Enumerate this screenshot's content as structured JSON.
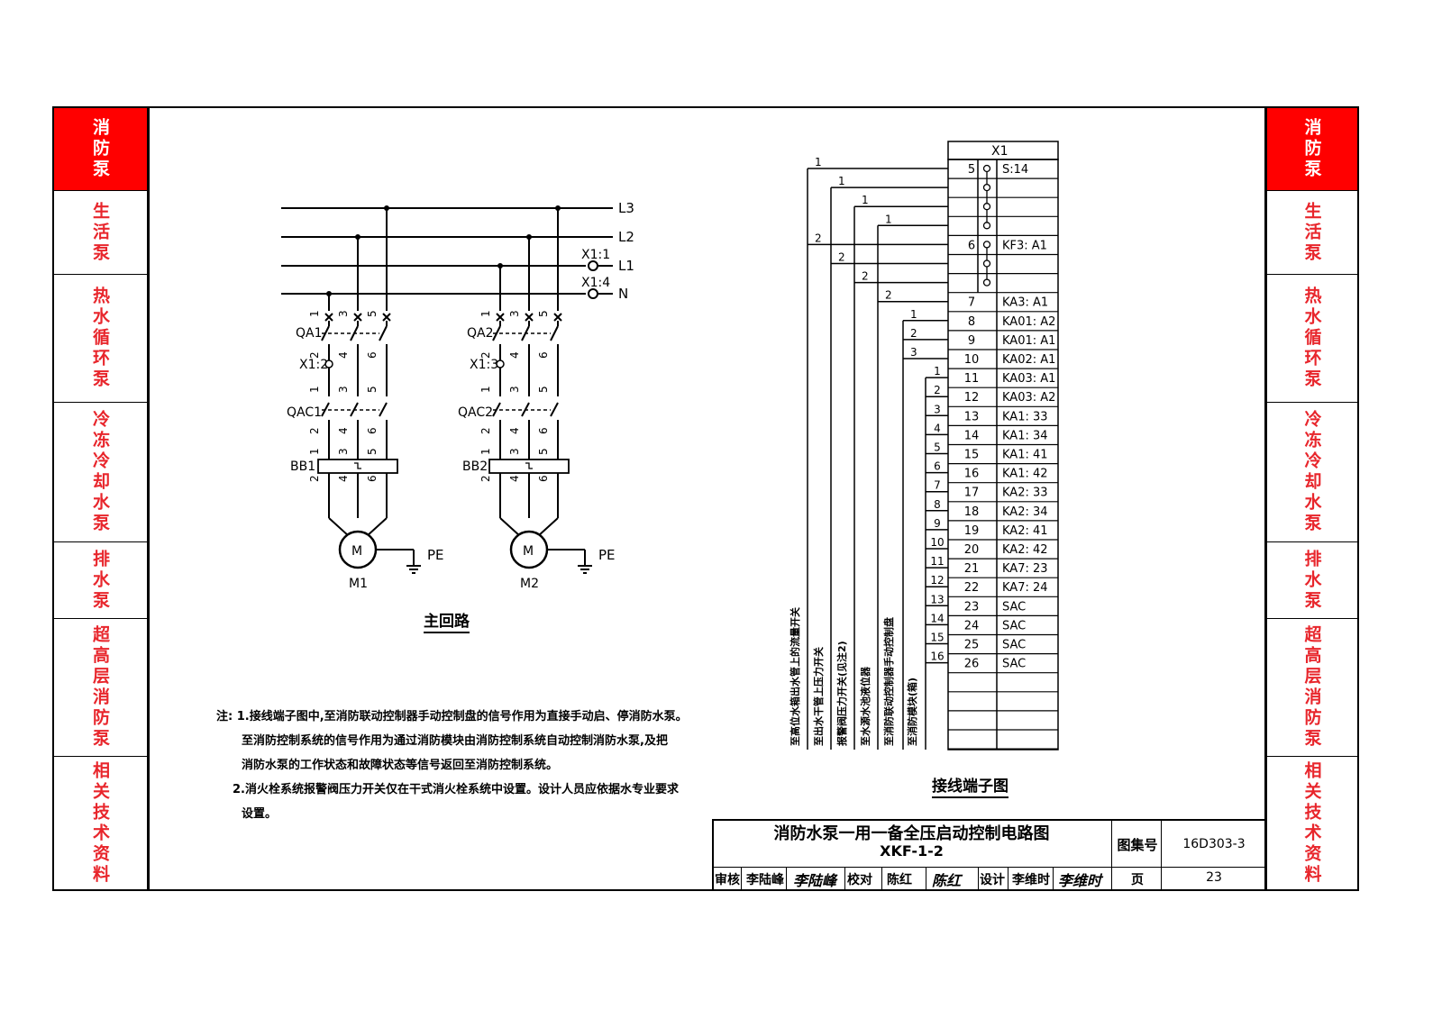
{
  "side_tabs": [
    "消防泵",
    "生活泵",
    "热水循环泵",
    "冷冻冷却水泵",
    "排水泵",
    "超高层消防泵",
    "相关技术资料"
  ],
  "main_circuit": {
    "caption": "主回路",
    "phases": [
      "L3",
      "L2",
      "L1",
      "N"
    ],
    "x_points": [
      "X1:1",
      "X1:4"
    ],
    "motor1": {
      "breaker": "QA1",
      "contactor": "QAC1",
      "relay": "BB1",
      "terminal": "X1:2",
      "motor": "M",
      "name": "M1",
      "ground": "PE"
    },
    "motor2": {
      "breaker": "QA2",
      "contactor": "QAC2",
      "relay": "BB2",
      "terminal": "X1:3",
      "motor": "M",
      "name": "M2",
      "ground": "PE"
    },
    "pole_top": [
      "1",
      "3",
      "5"
    ],
    "pole_mid": [
      "2",
      "4",
      "6"
    ]
  },
  "terminal_diagram": {
    "caption": "接线端子图",
    "strip": "X1",
    "rows": [
      {
        "n": "5",
        "l": "S:14"
      },
      {
        "n": "",
        "l": ""
      },
      {
        "n": "",
        "l": ""
      },
      {
        "n": "",
        "l": ""
      },
      {
        "n": "6",
        "l": "KF3: A1"
      },
      {
        "n": "",
        "l": ""
      },
      {
        "n": "",
        "l": ""
      },
      {
        "n": "7",
        "l": "KA3: A1"
      },
      {
        "n": "8",
        "l": "KA01: A2"
      },
      {
        "n": "9",
        "l": "KA01: A1"
      },
      {
        "n": "10",
        "l": "KA02: A1"
      },
      {
        "n": "11",
        "l": "KA03: A1"
      },
      {
        "n": "12",
        "l": "KA03: A2"
      },
      {
        "n": "13",
        "l": "KA1: 33"
      },
      {
        "n": "14",
        "l": "KA1: 34"
      },
      {
        "n": "15",
        "l": "KA1: 41"
      },
      {
        "n": "16",
        "l": "KA1: 42"
      },
      {
        "n": "17",
        "l": "KA2: 33"
      },
      {
        "n": "18",
        "l": "KA2: 34"
      },
      {
        "n": "19",
        "l": "KA2: 41"
      },
      {
        "n": "20",
        "l": "KA2: 42"
      },
      {
        "n": "21",
        "l": "KA7: 23"
      },
      {
        "n": "22",
        "l": "KA7: 24"
      },
      {
        "n": "23",
        "l": "SAC"
      },
      {
        "n": "24",
        "l": "SAC"
      },
      {
        "n": "25",
        "l": "SAC"
      },
      {
        "n": "26",
        "l": "SAC"
      },
      {
        "n": "",
        "l": ""
      },
      {
        "n": "",
        "l": ""
      },
      {
        "n": "",
        "l": ""
      },
      {
        "n": "",
        "l": ""
      },
      {
        "n": "",
        "l": ""
      }
    ],
    "destinations": [
      "至高位水箱出水管上的流量开关",
      "至出水干管上压力开关",
      "报警阀压力开关(见注2)",
      "至水源水池液位器",
      "至消防联动控制器手动控制盘",
      "至消防模块(箱)"
    ],
    "wire_numbers": [
      "1",
      "2",
      "1",
      "2",
      "1",
      "2",
      "1",
      "2",
      "1",
      "2",
      "3",
      "1",
      "2",
      "3",
      "4",
      "5",
      "6",
      "7",
      "8",
      "9",
      "10",
      "11",
      "12",
      "13",
      "14",
      "15",
      "16"
    ]
  },
  "notes": [
    "注: 1.接线端子图中,至消防联动控制器手动控制盘的信号作用为直接手动启、停消防水泵。",
    "至消防控制系统的信号作用为通过消防模块由消防控制系统自动控制消防水泵,及把",
    "消防水泵的工作状态和故障状态等信号返回至消防控制系统。",
    "2.消火栓系统报警阀压力开关仅在干式消火栓系统中设置。设计人员应依据水专业要求",
    "设置。"
  ],
  "title_block": {
    "title": "消防水泵一用一备全压启动控制电路图",
    "code": "XKF-1-2",
    "atlas_label": "图集号",
    "atlas_no": "16D303-3",
    "review_label": "审核",
    "reviewer": "李陆峰",
    "check_label": "校对",
    "checker": "陈红",
    "design_label": "设计",
    "designer": "李维时",
    "page_label": "页",
    "page_no": "23"
  }
}
